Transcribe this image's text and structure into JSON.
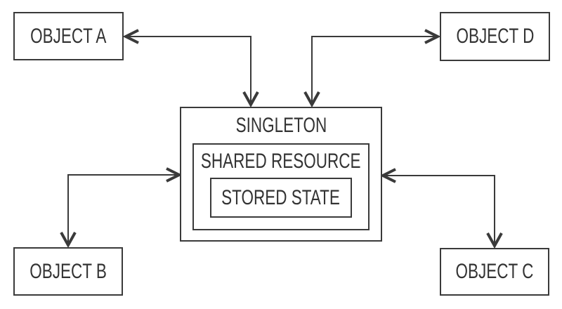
{
  "nodes": {
    "object_a": {
      "label": "OBJECT A"
    },
    "object_b": {
      "label": "OBJECT B"
    },
    "object_c": {
      "label": "OBJECT C"
    },
    "object_d": {
      "label": "OBJECT D"
    },
    "singleton": {
      "label": "SINGLETON"
    },
    "shared_resource": {
      "label": "SHARED RESOURCE"
    },
    "stored_state": {
      "label": "STORED STATE"
    }
  },
  "connections": [
    {
      "between": [
        "OBJECT A",
        "SINGLETON"
      ],
      "bidirectional": true
    },
    {
      "between": [
        "OBJECT D",
        "SINGLETON"
      ],
      "bidirectional": true
    },
    {
      "between": [
        "OBJECT B",
        "SINGLETON"
      ],
      "bidirectional": true
    },
    {
      "between": [
        "OBJECT C",
        "SINGLETON"
      ],
      "bidirectional": true
    }
  ],
  "colors": {
    "line": "#3a3a3a",
    "text": "#333333",
    "background": "#ffffff"
  }
}
